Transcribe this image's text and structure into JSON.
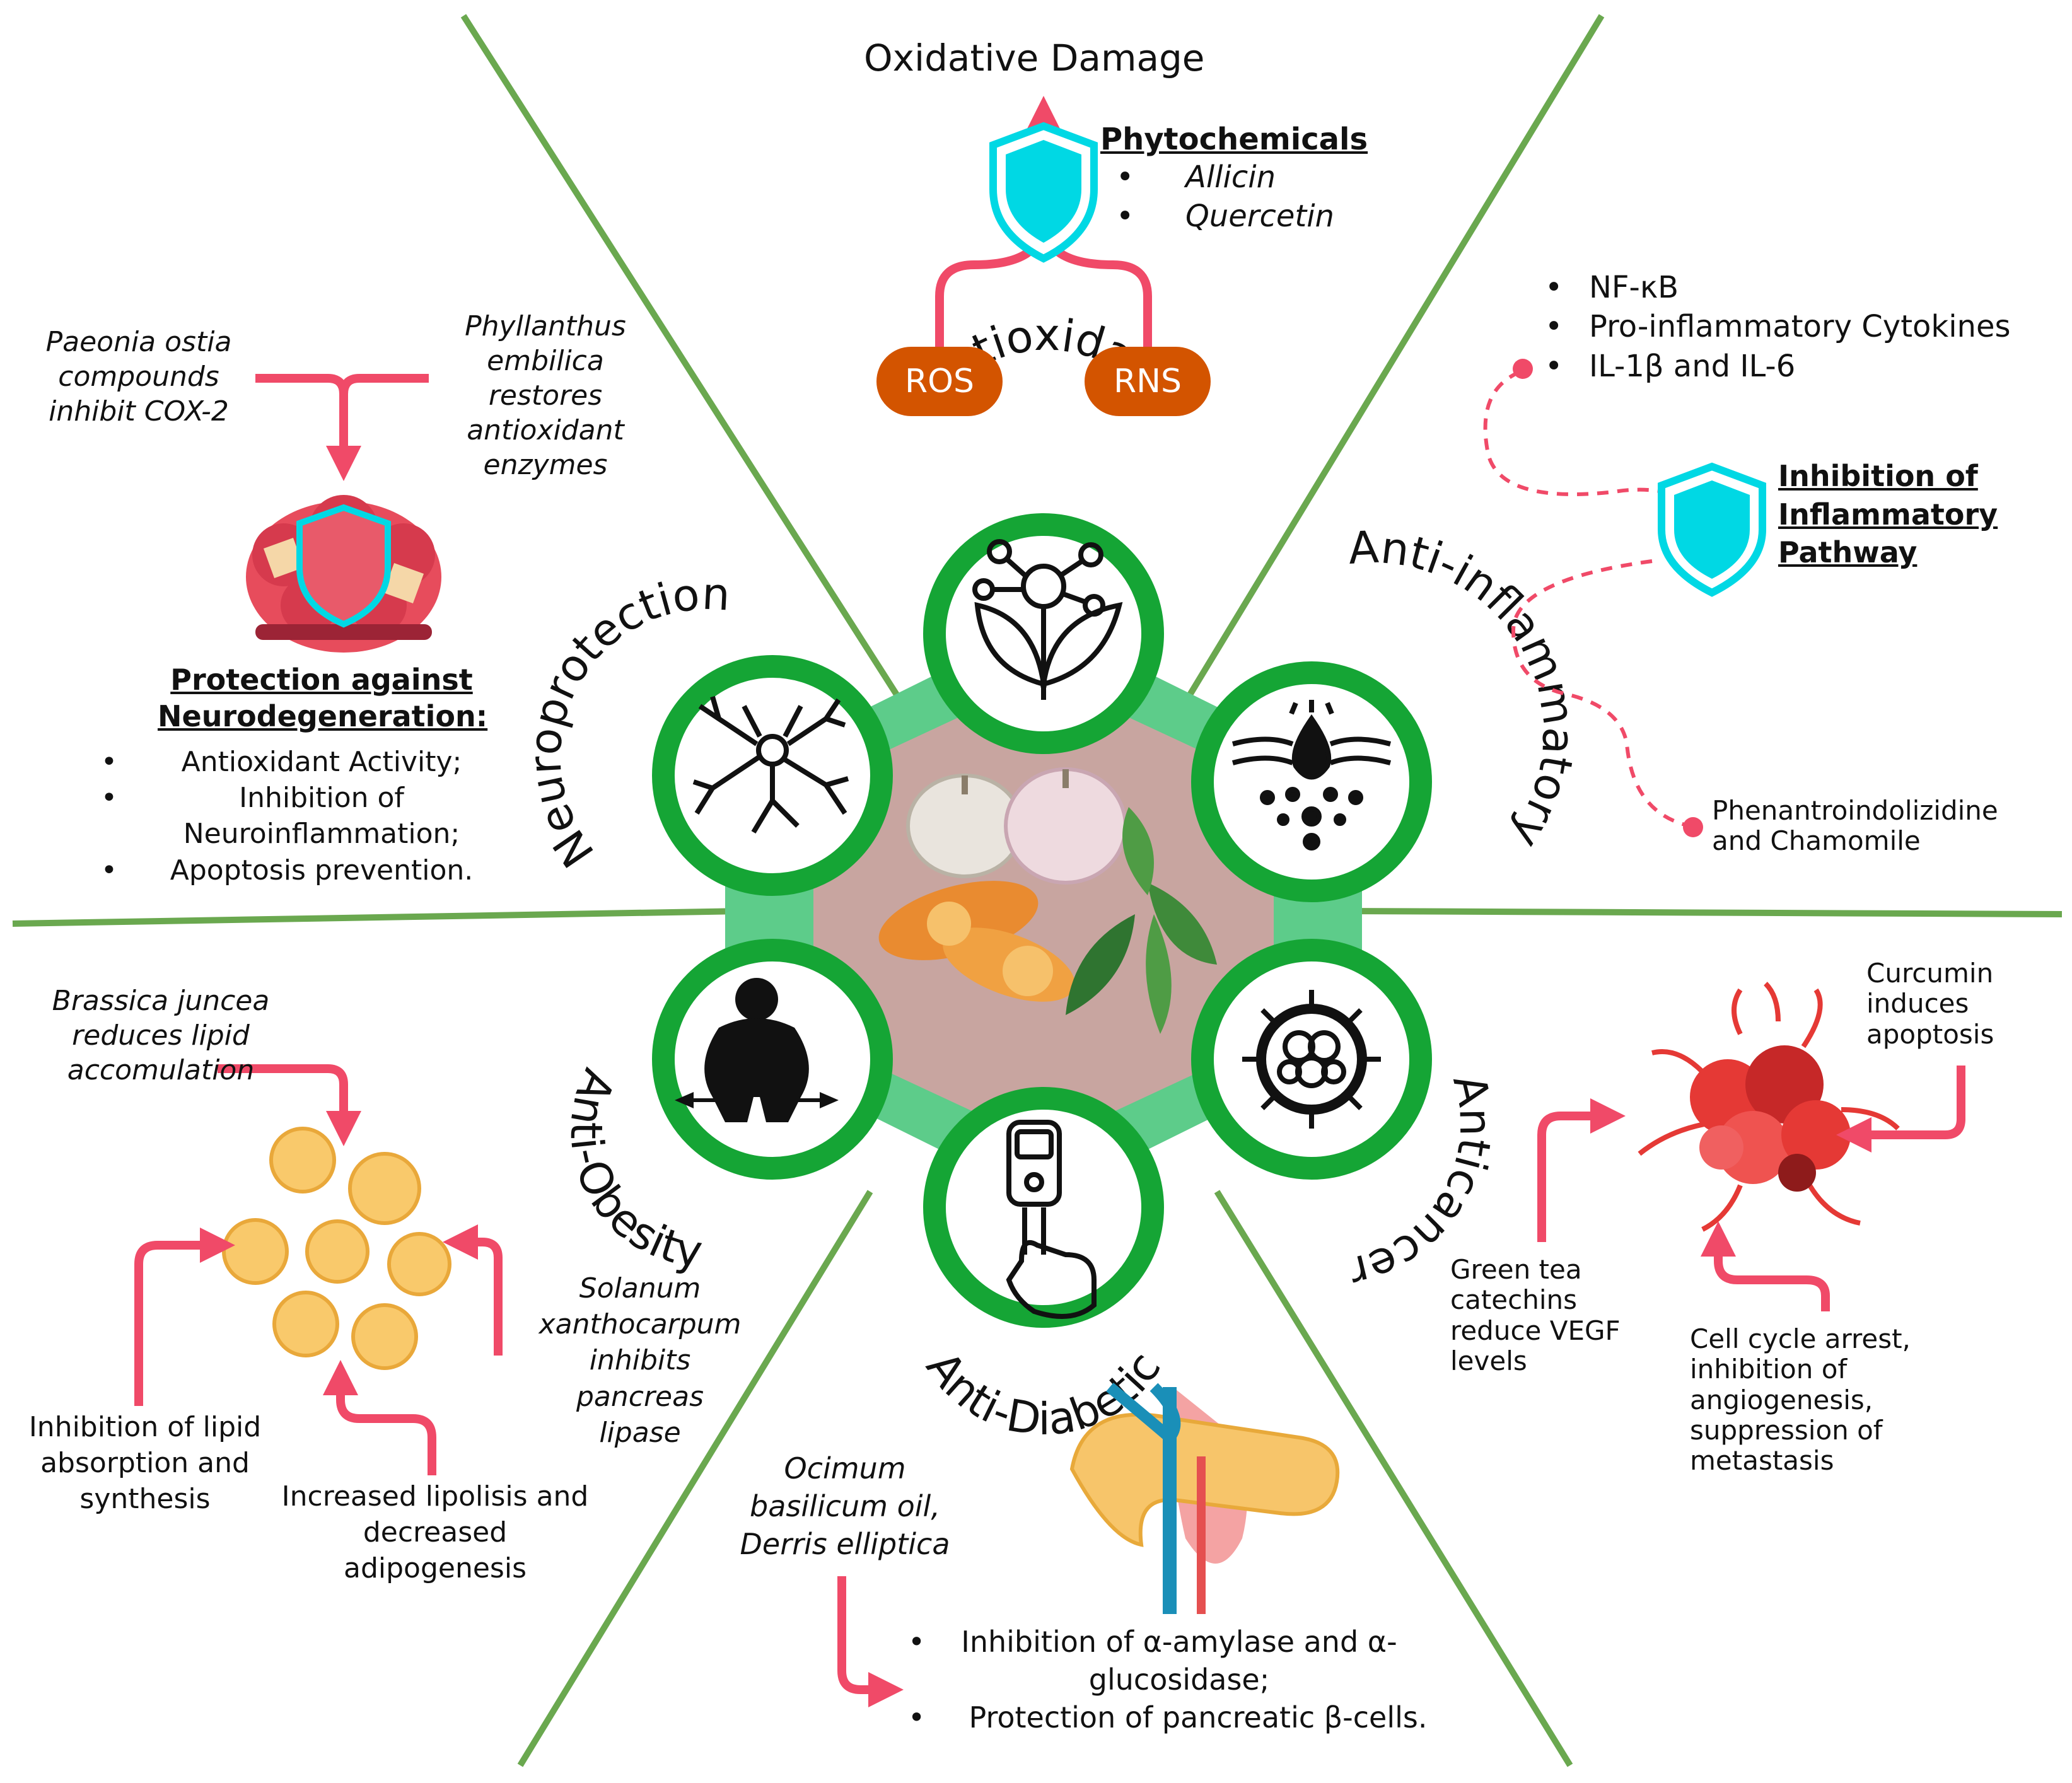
{
  "antioxidant": {
    "top_label": "Oxidative  Damage",
    "phyto_title": "Phytochemicals",
    "phyto_items": [
      "Allicin",
      "Quercetin"
    ],
    "ros": "ROS",
    "rns": "RNS"
  },
  "inflammatory": {
    "items": [
      "NF-κB",
      "Pro-inflammatory Cytokines",
      "IL-1β and IL-6"
    ],
    "title_lines": [
      "Inhibition of",
      "Inflammatory",
      "Pathway"
    ],
    "source_lines": [
      "Phenantroindolizidine",
      "and Chamomile"
    ]
  },
  "neuro": {
    "left_note": [
      "Paeonia ostia",
      "compounds",
      "inhibit COX-2"
    ],
    "right_note": [
      "Phyllanthus",
      "embilica restores",
      "antioxidant",
      "enzymes"
    ],
    "title_lines": [
      "Protection against",
      "Neurodegeneration:"
    ],
    "items": [
      "Antioxidant Activity;",
      "Inhibition of Neuroinflammation;",
      "Apoptosis prevention."
    ]
  },
  "obesity": {
    "top_note": [
      "Brassica juncea",
      "reduces lipid",
      "accomulation"
    ],
    "right_note": [
      "Solanum",
      "xanthocarpum",
      "inhibits",
      "pancreas",
      "lipase"
    ],
    "left_note": [
      "Inhibition of lipid",
      "absorption and",
      "synthesis"
    ],
    "bottom_note": [
      "Increased lipolisis and",
      "decreased",
      "adipogenesis"
    ]
  },
  "diabetic": {
    "note": [
      "Ocimum",
      "basilicum oil,",
      "Derris elliptica"
    ],
    "items": [
      "Inhibition of α-amylase and α-glucosidase;",
      "Protection of pancreatic β-cells."
    ]
  },
  "cancer": {
    "top_note": [
      "Curcumin",
      "induces",
      "apoptosis"
    ],
    "left_note": [
      "Green tea",
      "catechins",
      "reduce VEGF",
      "levels"
    ],
    "bottom_note": [
      "Cell cycle arrest,",
      "inhibition of",
      "angiogenesis,",
      "suppression of",
      "metastasis"
    ]
  },
  "wheel": {
    "labels": [
      "Antioxidant",
      "Anti-inflammatory",
      "Anticancer",
      "Anti-Diabetic",
      "Anti-Obesity",
      "Neuroprotection"
    ],
    "icons": [
      "molecule-leaf-icon",
      "inflamed-skin-icon",
      "cancer-cell-icon",
      "glucometer-icon",
      "obesity-person-icon",
      "neuron-icon"
    ]
  },
  "colors": {
    "divider": "#6aa84f",
    "ring": "#15a535",
    "hex_fill": "#5dcc8a",
    "center": "#c8a5a0",
    "arrow": "#f04a68",
    "shield": "#00d8e4",
    "pill": "#d35400"
  }
}
